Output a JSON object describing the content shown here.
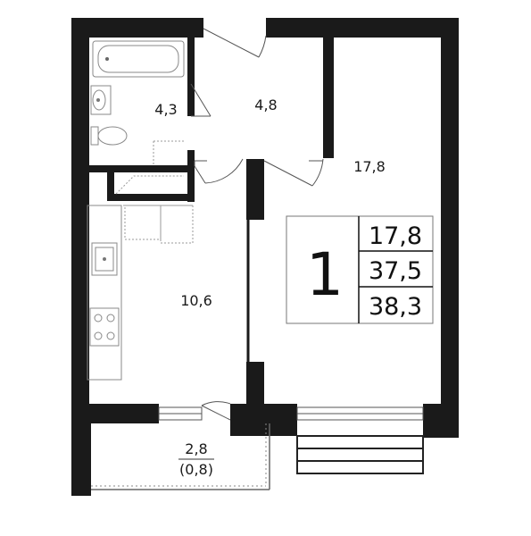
{
  "rooms": {
    "bathroom": "4,3",
    "hall": "4,8",
    "living_room": "17,8",
    "kitchen": "10,6",
    "balcony": "2,8",
    "balcony_reduced": "(0,8)"
  },
  "summary": {
    "room_count": "1",
    "living_area": "17,8",
    "total_area": "37,5",
    "total_area_with_balcony": "38,3"
  }
}
